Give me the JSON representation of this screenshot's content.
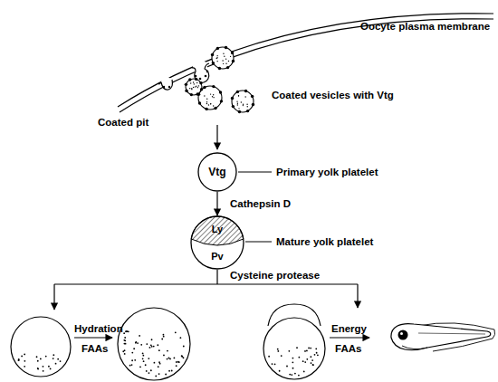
{
  "diagram": {
    "nodes": [
      {
        "text": [
          "Vtg"
        ]
      },
      {
        "text": [
          "Ly",
          "Pv"
        ]
      }
    ],
    "edges": [
      {
        "from": 0,
        "to": 1,
        "arrow": "to",
        "label": "Cathepsin D"
      }
    ],
    "labels": [
      "Oocyte plasma membrane",
      "Coated pit",
      "Coated vesicles with Vtg",
      "Primary yolk platelet",
      "Mature yolk platelet",
      "Cysteine protease",
      "Hydration",
      "FAAs",
      "Energy",
      "FAAs"
    ]
  }
}
